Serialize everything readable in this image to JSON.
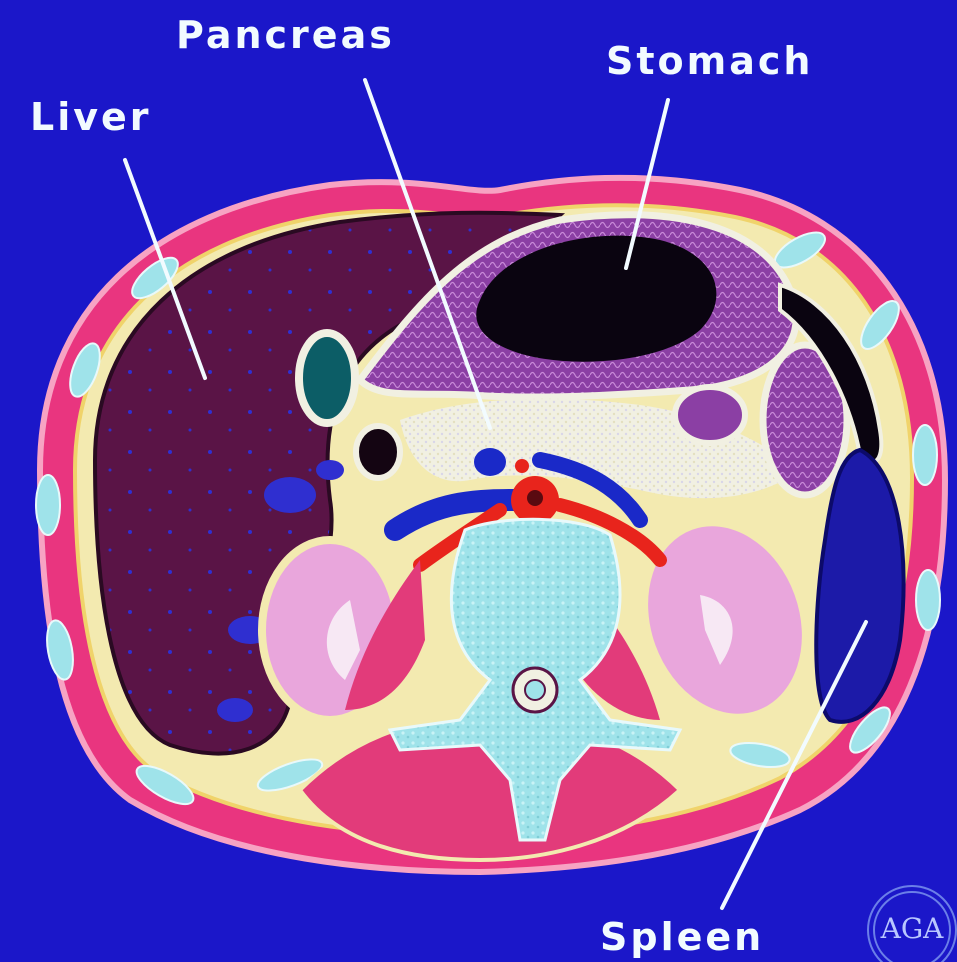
{
  "labels": {
    "pancreas": "Pancreas",
    "liver": "Liver",
    "stomach": "Stomach",
    "spleen": "Spleen"
  },
  "logo": {
    "text": "AGA"
  },
  "colors": {
    "background": "#1b17c9",
    "skin": "#e9357f",
    "liver": "#5a1446",
    "spleen": "#1c1aa8",
    "stomach_lumen": "#0a0410",
    "stomach_wall": "#9b4fb0",
    "fat": "#f3eab0",
    "kidney": "#e9a6dc",
    "vertebra": "#9fe3ea",
    "aorta": "#e8241c",
    "vein": "#1a29c8",
    "muscle": "#e23b7a",
    "gallbladder": "#0c5d66",
    "label_text": "#f2fbff"
  }
}
